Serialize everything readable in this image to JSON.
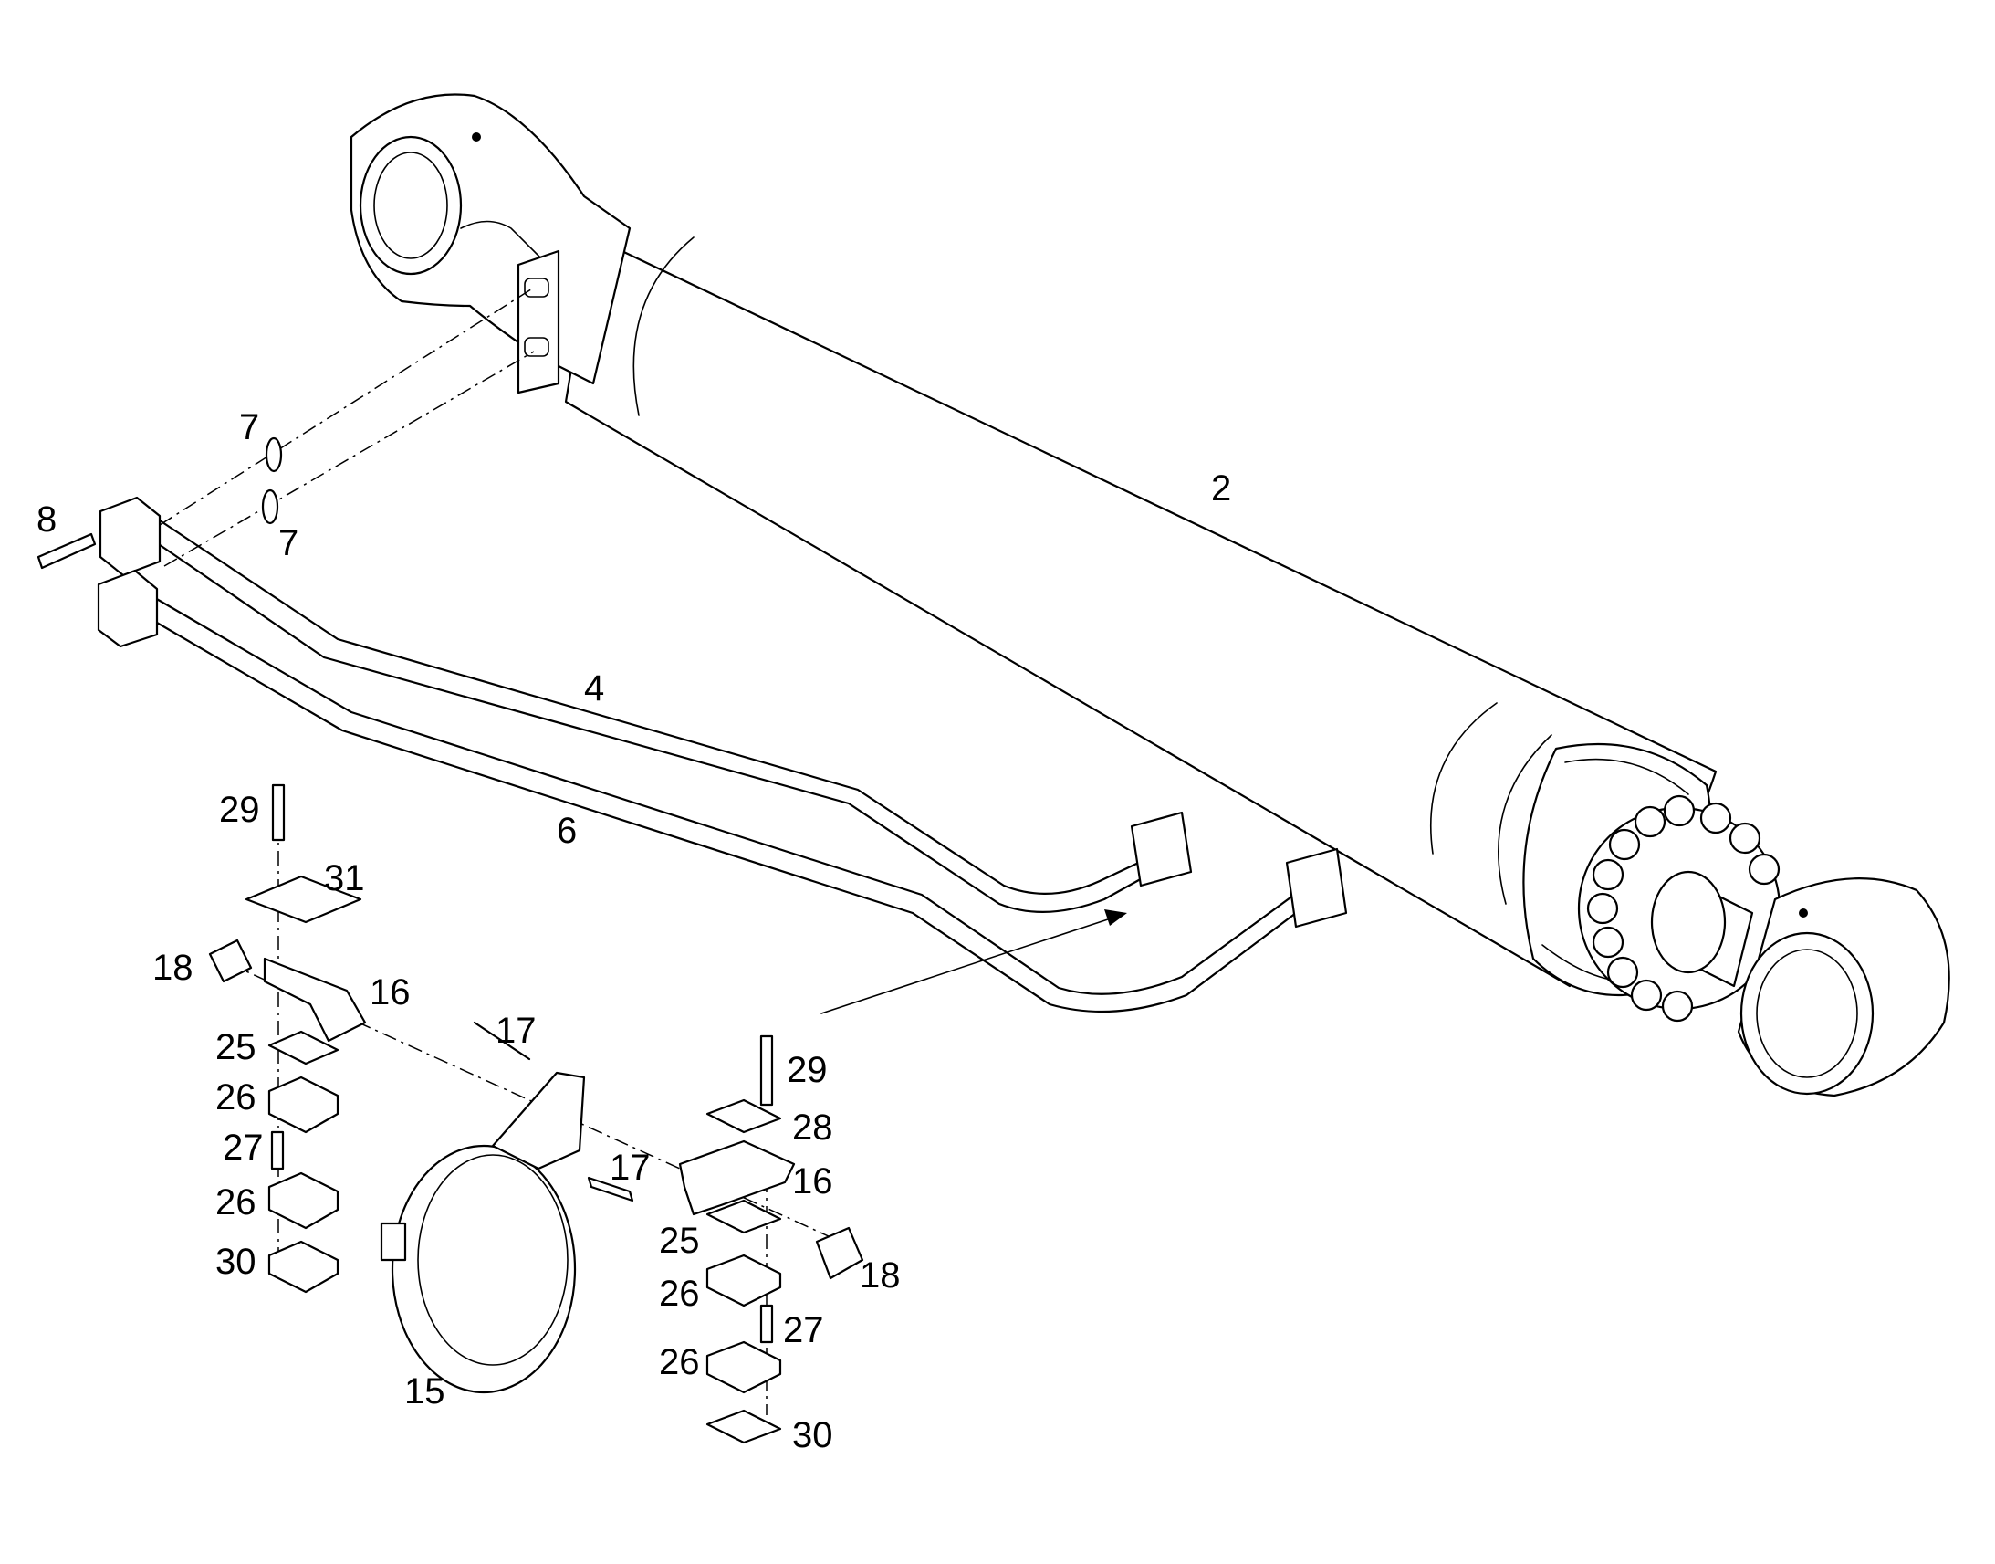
{
  "figure": {
    "background": "#ffffff",
    "line_color": "#000000"
  },
  "callouts": {
    "c2": "2",
    "c4": "4",
    "c6": "6",
    "c7a": "7",
    "c7b": "7",
    "c8": "8",
    "c15": "15",
    "c16a": "16",
    "c16b": "16",
    "c17a": "17",
    "c17b": "17",
    "c18a": "18",
    "c18b": "18",
    "c25a": "25",
    "c25b": "25",
    "c26a": "26",
    "c26b": "26",
    "c26c": "26",
    "c26d": "26",
    "c27a": "27",
    "c27b": "27",
    "c28": "28",
    "c29a": "29",
    "c29b": "29",
    "c30a": "30",
    "c30b": "30",
    "c31": "31"
  }
}
